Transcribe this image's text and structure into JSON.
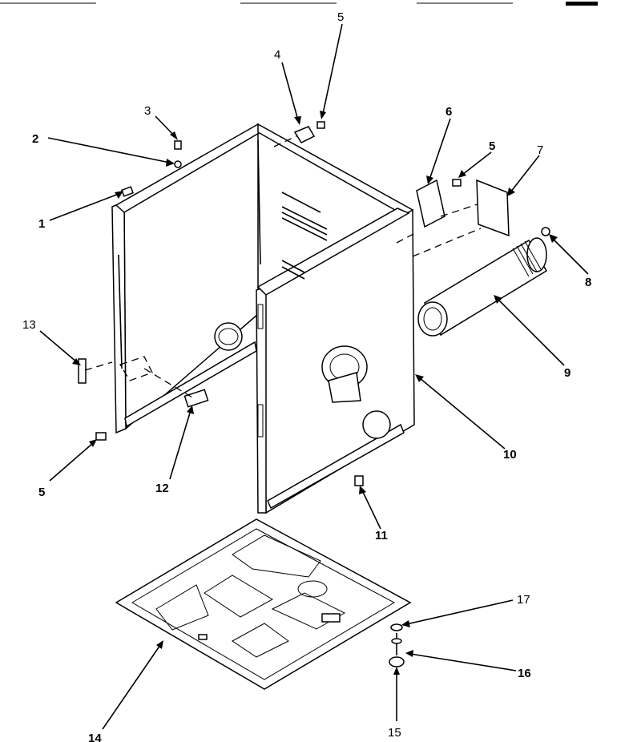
{
  "top_marker": "",
  "callouts": [
    {
      "id": "callout-1",
      "text": "1"
    },
    {
      "id": "callout-2",
      "text": "2"
    },
    {
      "id": "callout-3",
      "text": "3"
    },
    {
      "id": "callout-4",
      "text": "4"
    },
    {
      "id": "callout-5a",
      "text": "5"
    },
    {
      "id": "callout-6",
      "text": "6"
    },
    {
      "id": "callout-5b",
      "text": "5"
    },
    {
      "id": "callout-7",
      "text": "7"
    },
    {
      "id": "callout-8",
      "text": "8"
    },
    {
      "id": "callout-9",
      "text": "9"
    },
    {
      "id": "callout-10",
      "text": "10"
    },
    {
      "id": "callout-11",
      "text": "11"
    },
    {
      "id": "callout-12",
      "text": "12"
    },
    {
      "id": "callout-13",
      "text": "13"
    },
    {
      "id": "callout-5c",
      "text": "5"
    },
    {
      "id": "callout-14",
      "text": "14"
    },
    {
      "id": "callout-15",
      "text": "15"
    },
    {
      "id": "callout-16",
      "text": "16"
    },
    {
      "id": "callout-17",
      "text": "17"
    }
  ]
}
